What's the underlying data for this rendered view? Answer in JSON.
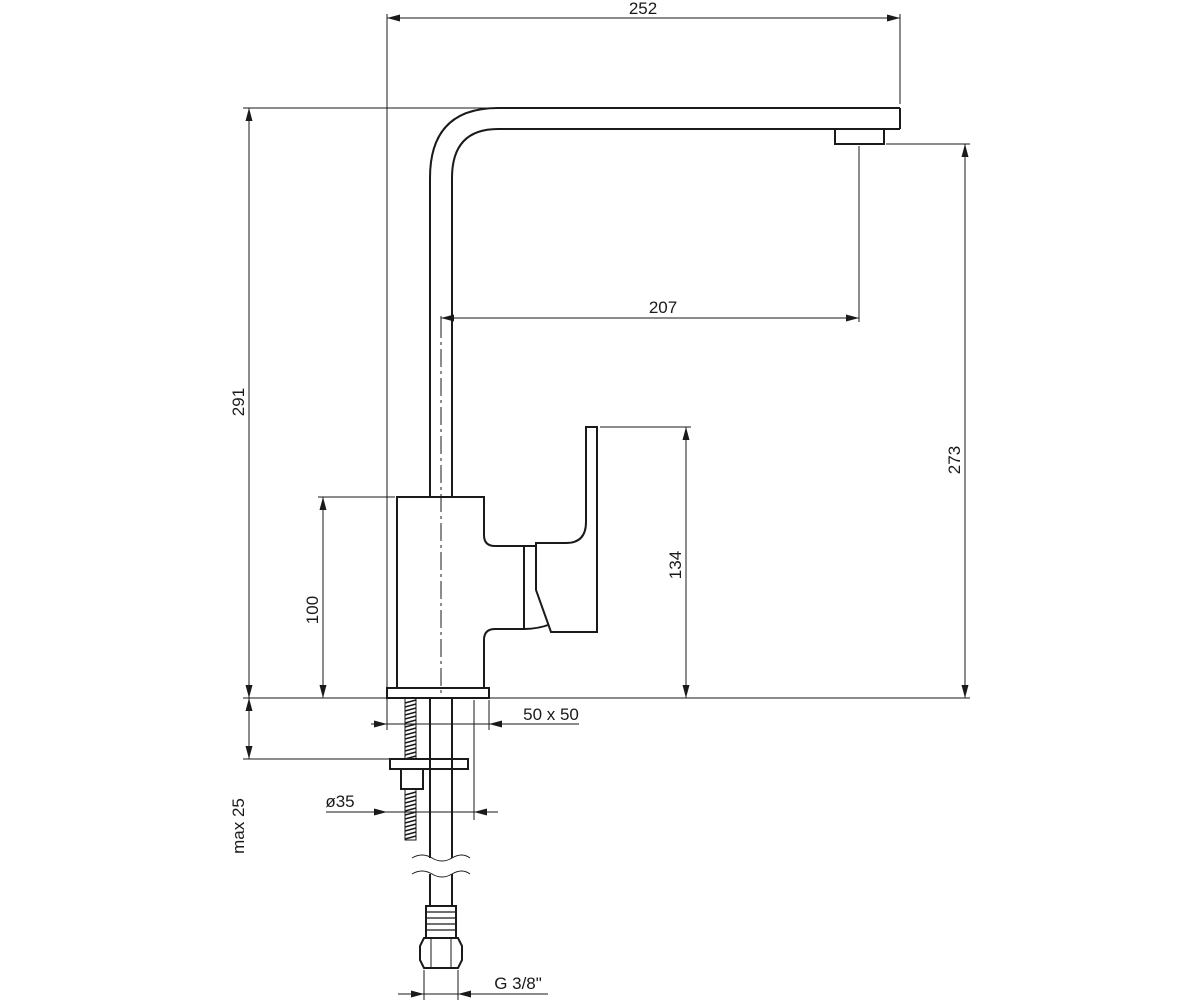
{
  "dimensions": {
    "overall_reach": "252",
    "total_height": "291",
    "spout_projection": "207",
    "spout_outlet_height": "273",
    "lever_height": "134",
    "body_height": "100",
    "base_size": "50 x 50",
    "hole_diameter": "ø35",
    "max_deck_thickness": "max 25",
    "hose_connection": "G 3/8\""
  }
}
